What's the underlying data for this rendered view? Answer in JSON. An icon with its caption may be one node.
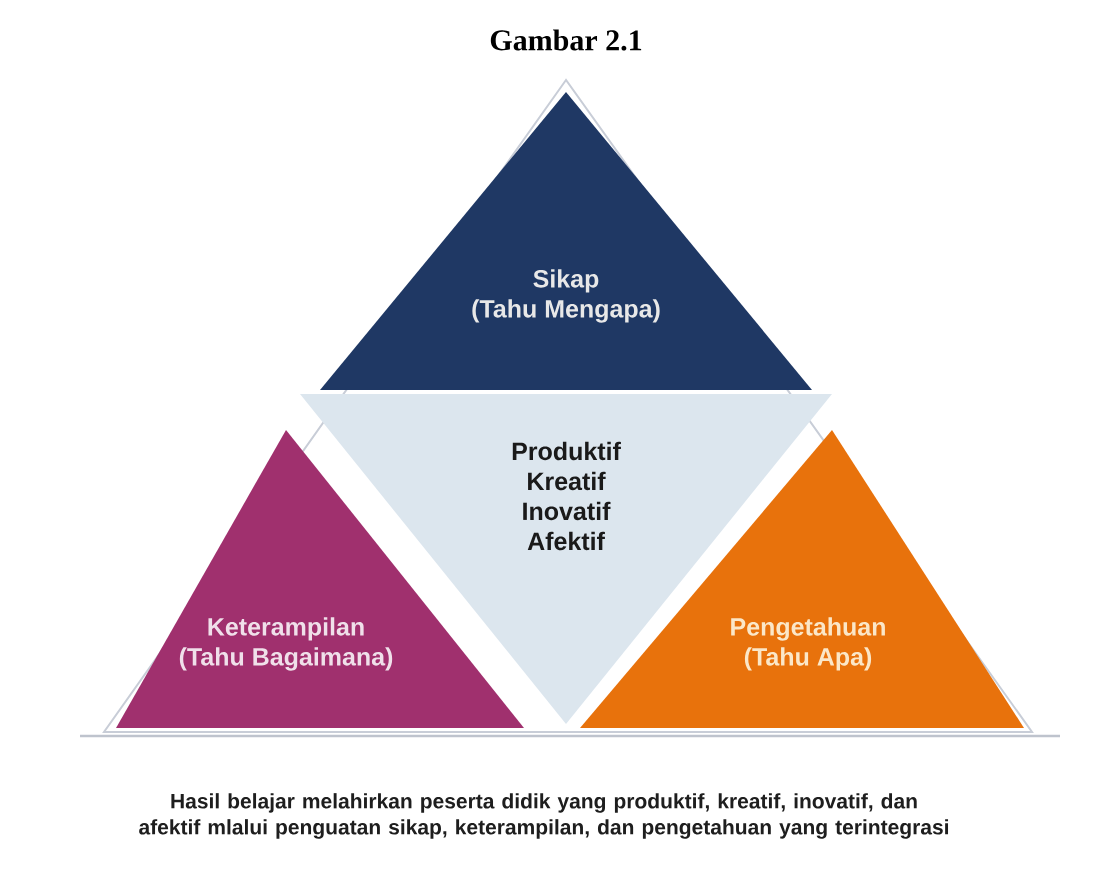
{
  "diagram": {
    "title": "Gambar 2.1",
    "caption": "Hasil belajar melahirkan peserta didik yang produktif, kreatif, inovatif, dan afektif mlalui penguatan sikap, keterampilan, dan pengetahuan yang terintegrasi",
    "nodes": [
      {
        "text": [
          "Sikap",
          "(Tahu Mengapa)"
        ]
      },
      {
        "text": [
          "Produktif",
          "Kreatif",
          "Inovatif",
          "Afektif"
        ]
      },
      {
        "text": [
          "Keterampilan",
          "(Tahu Bagaimana)"
        ]
      },
      {
        "text": [
          "Pengetahuan",
          "(Tahu Apa)"
        ]
      }
    ]
  }
}
